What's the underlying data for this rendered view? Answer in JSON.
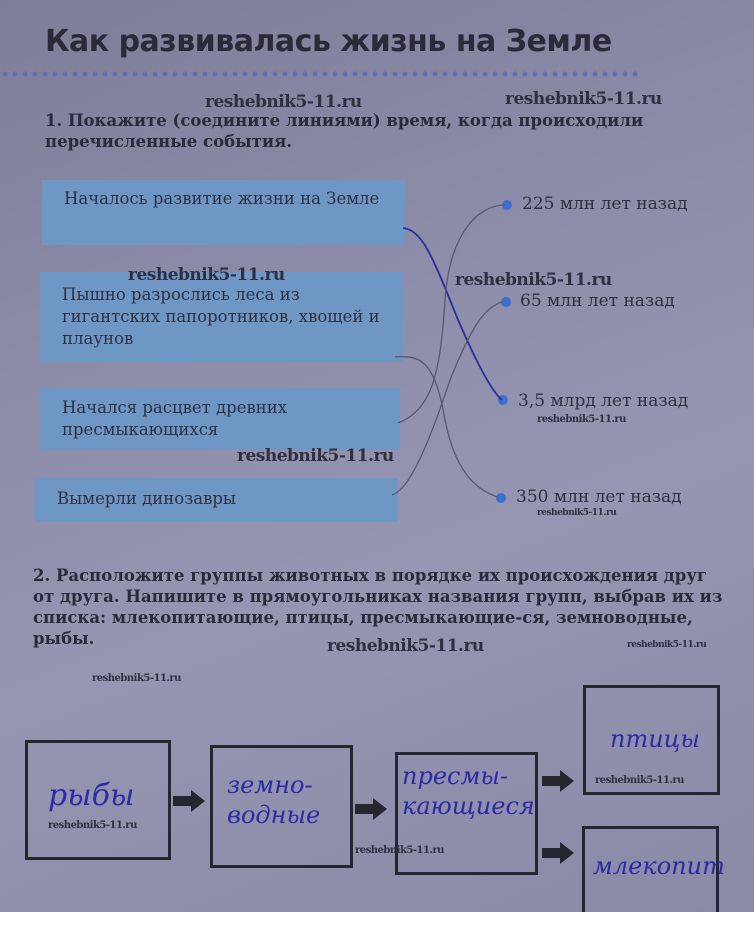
{
  "title": "Как развивалась жизнь на Земле",
  "watermark": "reshebnik5-11.ru",
  "task1": {
    "text": "1. Покажите (соедините линиями) время, когда происходили перечисленные события.",
    "events": [
      "Началось развитие жизни на Земле",
      "Пышно разрослись леса из гигантских папоротников, хвощей и плаунов",
      "Начался расцвет древних пресмыкающихся",
      "Вымерли динозавры"
    ],
    "times": [
      "225 млн лет назад",
      "65 млн лет назад",
      "3,5 млрд лет назад",
      "350 млн лет назад"
    ],
    "connections": [
      {
        "event": "Началось развитие жизни на Земле",
        "time": "3,5 млрд лет назад"
      },
      {
        "event": "Пышно разрослись леса из гигантских папоротников, хвощей и плаунов",
        "time": "350 млн лет назад"
      },
      {
        "event": "Начался расцвет древних пресмыкающихся",
        "time": "225 млн лет назад"
      },
      {
        "event": "Вымерли динозавры",
        "time": "65 млн лет назад"
      }
    ]
  },
  "task2": {
    "text": "2. Расположите группы животных в порядке их происхождения друг от друга. Напишите в прямоугольниках названия групп, выбрав их из списка: млекопитающие, птицы, пресмыкающие-ся, земноводные, рыбы.",
    "answers": [
      "рыбы",
      "земно-водные",
      "пресмы-кающиеся",
      "птицы",
      "млекопит"
    ]
  },
  "colors": {
    "event_box": "#6f97c6",
    "ink": "#2c2aa6",
    "dot": "#3d6fd0"
  }
}
